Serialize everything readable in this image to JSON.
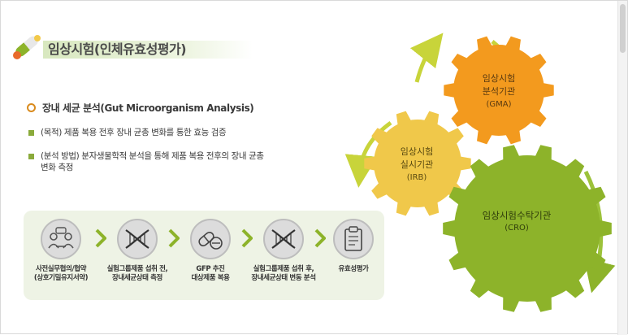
{
  "title": "임상시험(인체유효성평가)",
  "main_bullet": "장내 세균 분석(Gut Microorganism Analysis)",
  "sub_bullets": [
    "(목적) 제품 복용 전후 장내 균총 변화를 통한 효능 검증",
    "(분석 방법) 분자생물학적 분석을 통해 제품 복용 전후의 장내 균총 변화 측정"
  ],
  "process_steps": [
    {
      "icon": "meeting-icon",
      "line1": "사전실무협의/협약",
      "line2": "(상호기밀유지서약)"
    },
    {
      "icon": "dna-icon",
      "line1": "실험그룹제품 섭취 전,",
      "line2": "장내세균상태 측정"
    },
    {
      "icon": "pills-icon",
      "line1": "GFP 추진",
      "line2": "대상제품 복용"
    },
    {
      "icon": "dna-icon",
      "line1": "실험그룹제품 섭취 후,",
      "line2": "장내세균상태 변동 분석"
    },
    {
      "icon": "clipboard-icon",
      "line1": "유효성평가",
      "line2": ""
    }
  ],
  "gears": {
    "gma": {
      "line1": "임상시험",
      "line2": "분석기관",
      "line3": "(GMA)",
      "color": "#f39a1e"
    },
    "irb": {
      "line1": "임상시험",
      "line2": "실시기관",
      "line3": "(IRB)",
      "color": "#f0c84a"
    },
    "cro": {
      "line1": "임상시험수탁기관",
      "line2": "(CRO)",
      "color": "#8db32a"
    }
  },
  "colors": {
    "accent_green": "#8aaa3b",
    "accent_orange": "#d98b1e",
    "panel_bg": "#eef3e5"
  }
}
